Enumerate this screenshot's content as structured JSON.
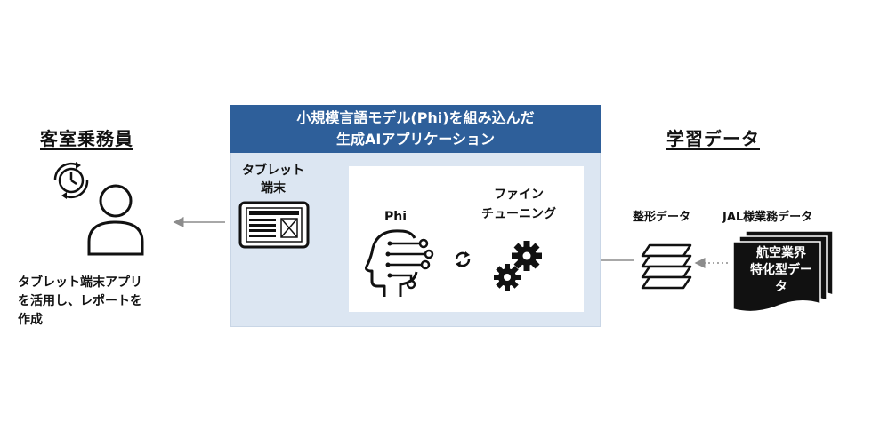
{
  "left": {
    "heading": "客室乗務員",
    "description": "タブレット端末アプリ\nを活用し、レポートを\n作成"
  },
  "app": {
    "title": "小規模言語モデル(Phi)を組み込んだ\n生成AIアプリケーション",
    "tablet_label": "タブレット\n端末",
    "model_label": "Phi",
    "finetune_label": "ファイン\nチューニング"
  },
  "right": {
    "heading": "学習データ",
    "formatted_label": "整形データ",
    "jal_label": "JAL様業務データ",
    "doc_text": "航空業界\n特化型デー\nタ"
  },
  "colors": {
    "title_bar": "#2e5f9a",
    "panel_bg": "#dce6f2",
    "arrow": "#8c8c8c"
  },
  "icons": [
    "clock-cycle-icon",
    "person-icon",
    "tablet-icon",
    "ai-head-icon",
    "refresh-icon",
    "gears-icon",
    "layers-icon",
    "document-stack-icon"
  ]
}
